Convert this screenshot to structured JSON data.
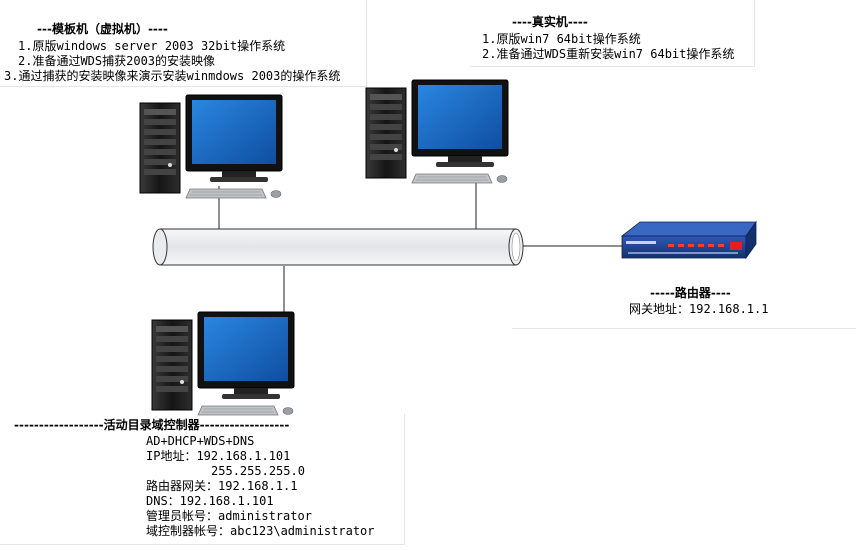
{
  "template_vm": {
    "title": "---模板机（虚拟机）----",
    "lines": [
      "1.原版windows server 2003 32bit操作系统",
      "2.准备通过WDS捕获2003的安装映像",
      "3.通过捕获的安装映像来演示安装winmdows 2003的操作系统"
    ]
  },
  "real_machine": {
    "title": "----真实机----",
    "lines": [
      "1.原版win7 64bit操作系统",
      "2.准备通过WDS重新安装win7 64bit操作系统"
    ]
  },
  "router": {
    "title": "-----路由器----",
    "gateway": "网关地址：192.168.1.1"
  },
  "dc": {
    "title": "------------------活动目录域控制器------------------",
    "lines": [
      "AD+DHCP+WDS+DNS",
      "IP地址：192.168.1.101",
      "         255.255.255.0",
      "路由器网关：192.168.1.1",
      "DNS：192.168.1.101",
      "管理员帐号：administrator",
      "域控制器帐号：abc123\\administrator"
    ]
  },
  "colors": {
    "screen": "#1f6fc8",
    "tower": "#1b1b1b",
    "router": "#1f3f8a",
    "cable": "#eef0f2"
  }
}
